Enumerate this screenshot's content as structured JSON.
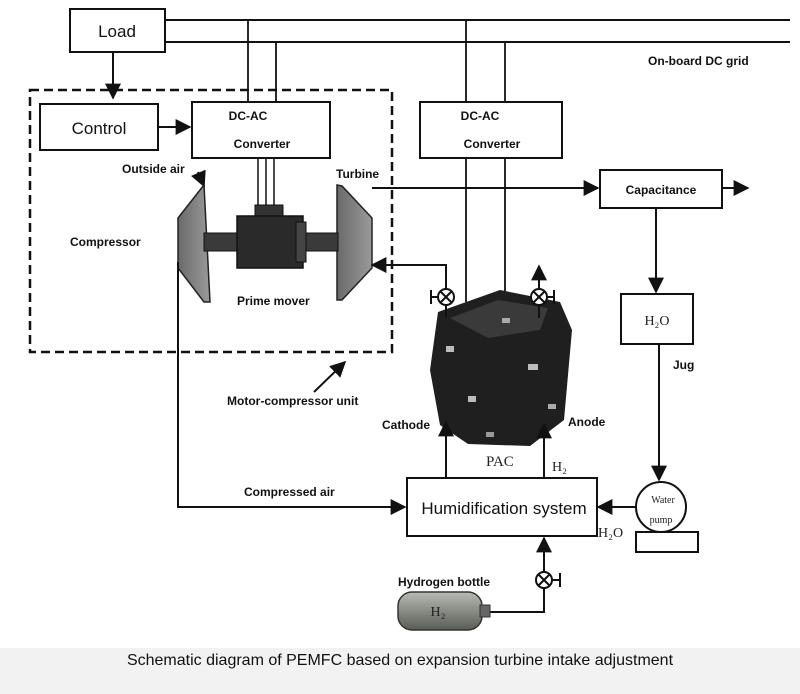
{
  "diagram": {
    "nodes": {
      "load": "Load",
      "control": "Control",
      "dcac_left_line1": "DC-AC",
      "dcac_left_line2": "Converter",
      "dcac_right_line1": "DC-AC",
      "dcac_right_line2": "Converter",
      "capacitance": "Capacitance",
      "humidification": "Humidification system",
      "jug_h2o": "H₂O",
      "water_pump_line1": "Water",
      "water_pump_line2": "pump",
      "hydrogen_bottle_h2": "H₂"
    },
    "labels": {
      "dc_grid": "On-board DC grid",
      "outside_air": "Outside air",
      "turbine": "Turbine",
      "compressor": "Compressor",
      "prime_mover": "Prime mover",
      "motor_compressor_unit": "Motor-compressor unit",
      "jug": "Jug",
      "cathode": "Cathode",
      "anode": "Anode",
      "pac": "PAC",
      "h2_anode": "H₂",
      "compressed_air": "Compressed air",
      "h2o_pump": "H₂O",
      "hydrogen_bottle": "Hydrogen bottle"
    },
    "caption": "Schematic diagram of PEMFC based on expansion turbine intake adjustment"
  }
}
